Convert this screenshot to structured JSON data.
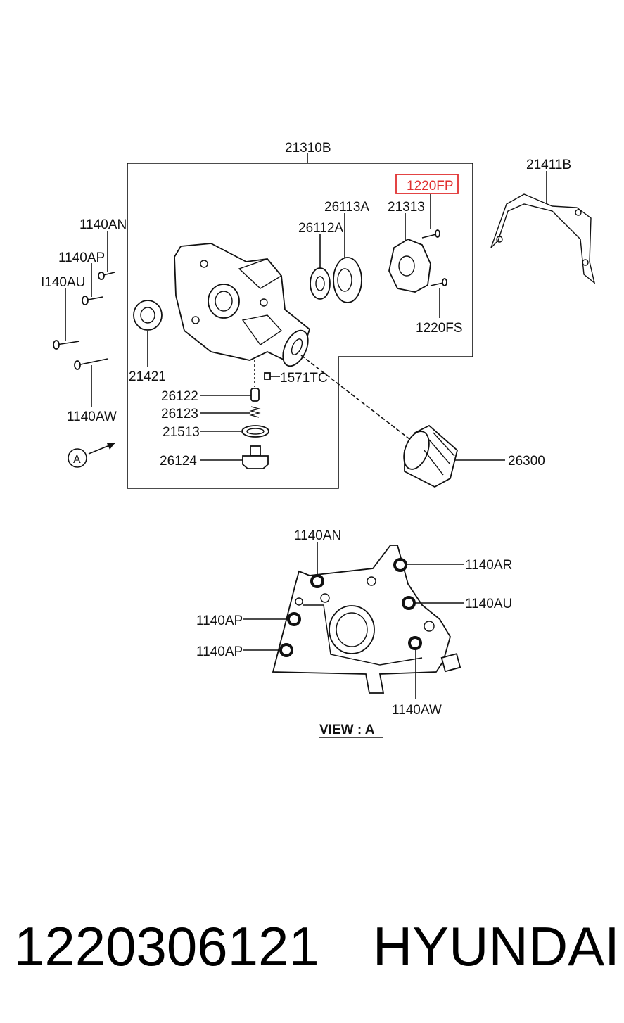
{
  "labels": {
    "assembly": "21310B",
    "gasket": "21411B",
    "highlighted": "1220FP",
    "cover": "21313",
    "outer_rotor": "26113A",
    "inner_rotor": "26112A",
    "bolt_an": "1140AN",
    "bolt_ap": "1140AP",
    "bolt_au": "I140AU",
    "bolt_aw": "1140AW",
    "seal": "21421",
    "screw_fs": "1220FS",
    "plug": "1571TC",
    "plunger": "26122",
    "spring": "26123",
    "washer": "21513",
    "plug_bolt": "26124",
    "filter": "26300",
    "view_marker": "A"
  },
  "view_a": {
    "bolt_an": "1140AN",
    "bolt_ar": "1140AR",
    "bolt_au": "1140AU",
    "bolt_ap_1": "1140AP",
    "bolt_ap_2": "1140AP",
    "bolt_aw": "1140AW",
    "caption": "VIEW : A"
  },
  "footer": {
    "part_number": "1220306121",
    "brand": "HYUNDAI"
  },
  "colors": {
    "highlight": "#e03030",
    "line": "#111111"
  }
}
